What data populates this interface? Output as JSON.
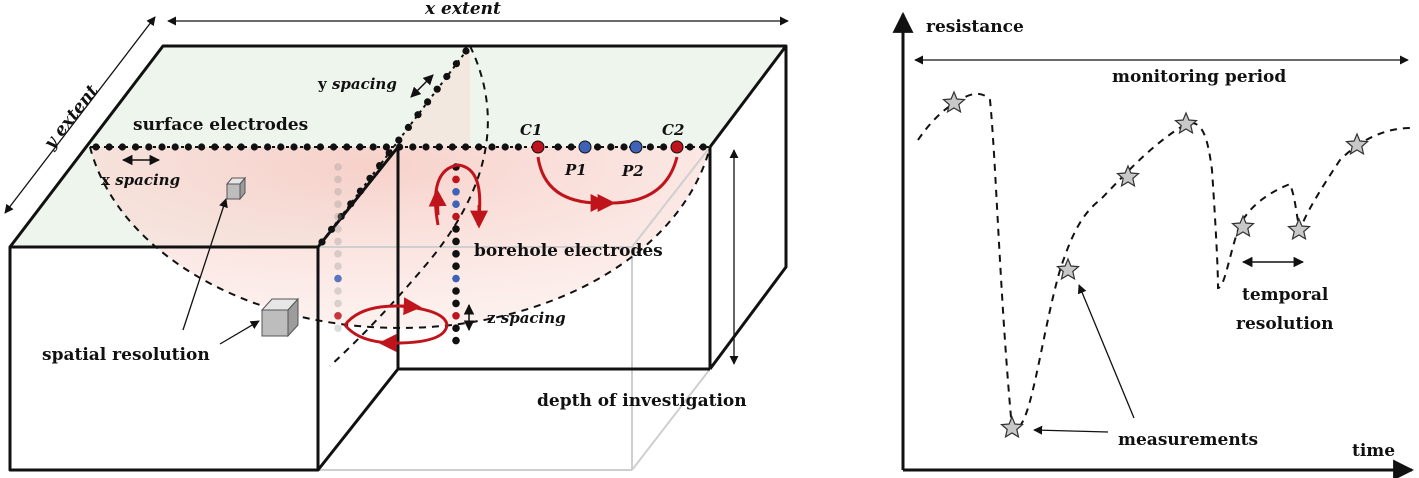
{
  "diagram": {
    "labels": {
      "x_extent": "x extent",
      "y_extent": "y extent",
      "y_spacing_prefix": "y",
      "y_spacing_suffix": "spacing",
      "x_spacing_prefix": "x",
      "x_spacing_suffix": "spacing",
      "z_spacing_prefix": "z",
      "z_spacing_suffix": "spacing",
      "surface_electrodes": "surface electrodes",
      "borehole_electrodes": "borehole electrodes",
      "spatial_resolution": "spatial resolution",
      "depth_of_investigation": "depth of investigation",
      "c1": "C1",
      "c2": "C2",
      "p1": "P1",
      "p2": "P2"
    },
    "colors": {
      "current_electrode": "#c0141c",
      "potential_electrode": "#3e62b8",
      "current_arrow": "#c0141c",
      "surface_fill": "#eef5ec",
      "sensitivity_fill": "#f9d9d4"
    }
  },
  "plot": {
    "ylabel": "resistance",
    "xlabel": "time",
    "monitoring_period": "monitoring period",
    "temporal_resolution_line1": "temporal",
    "temporal_resolution_line2": "resolution",
    "measurements": "measurements"
  }
}
